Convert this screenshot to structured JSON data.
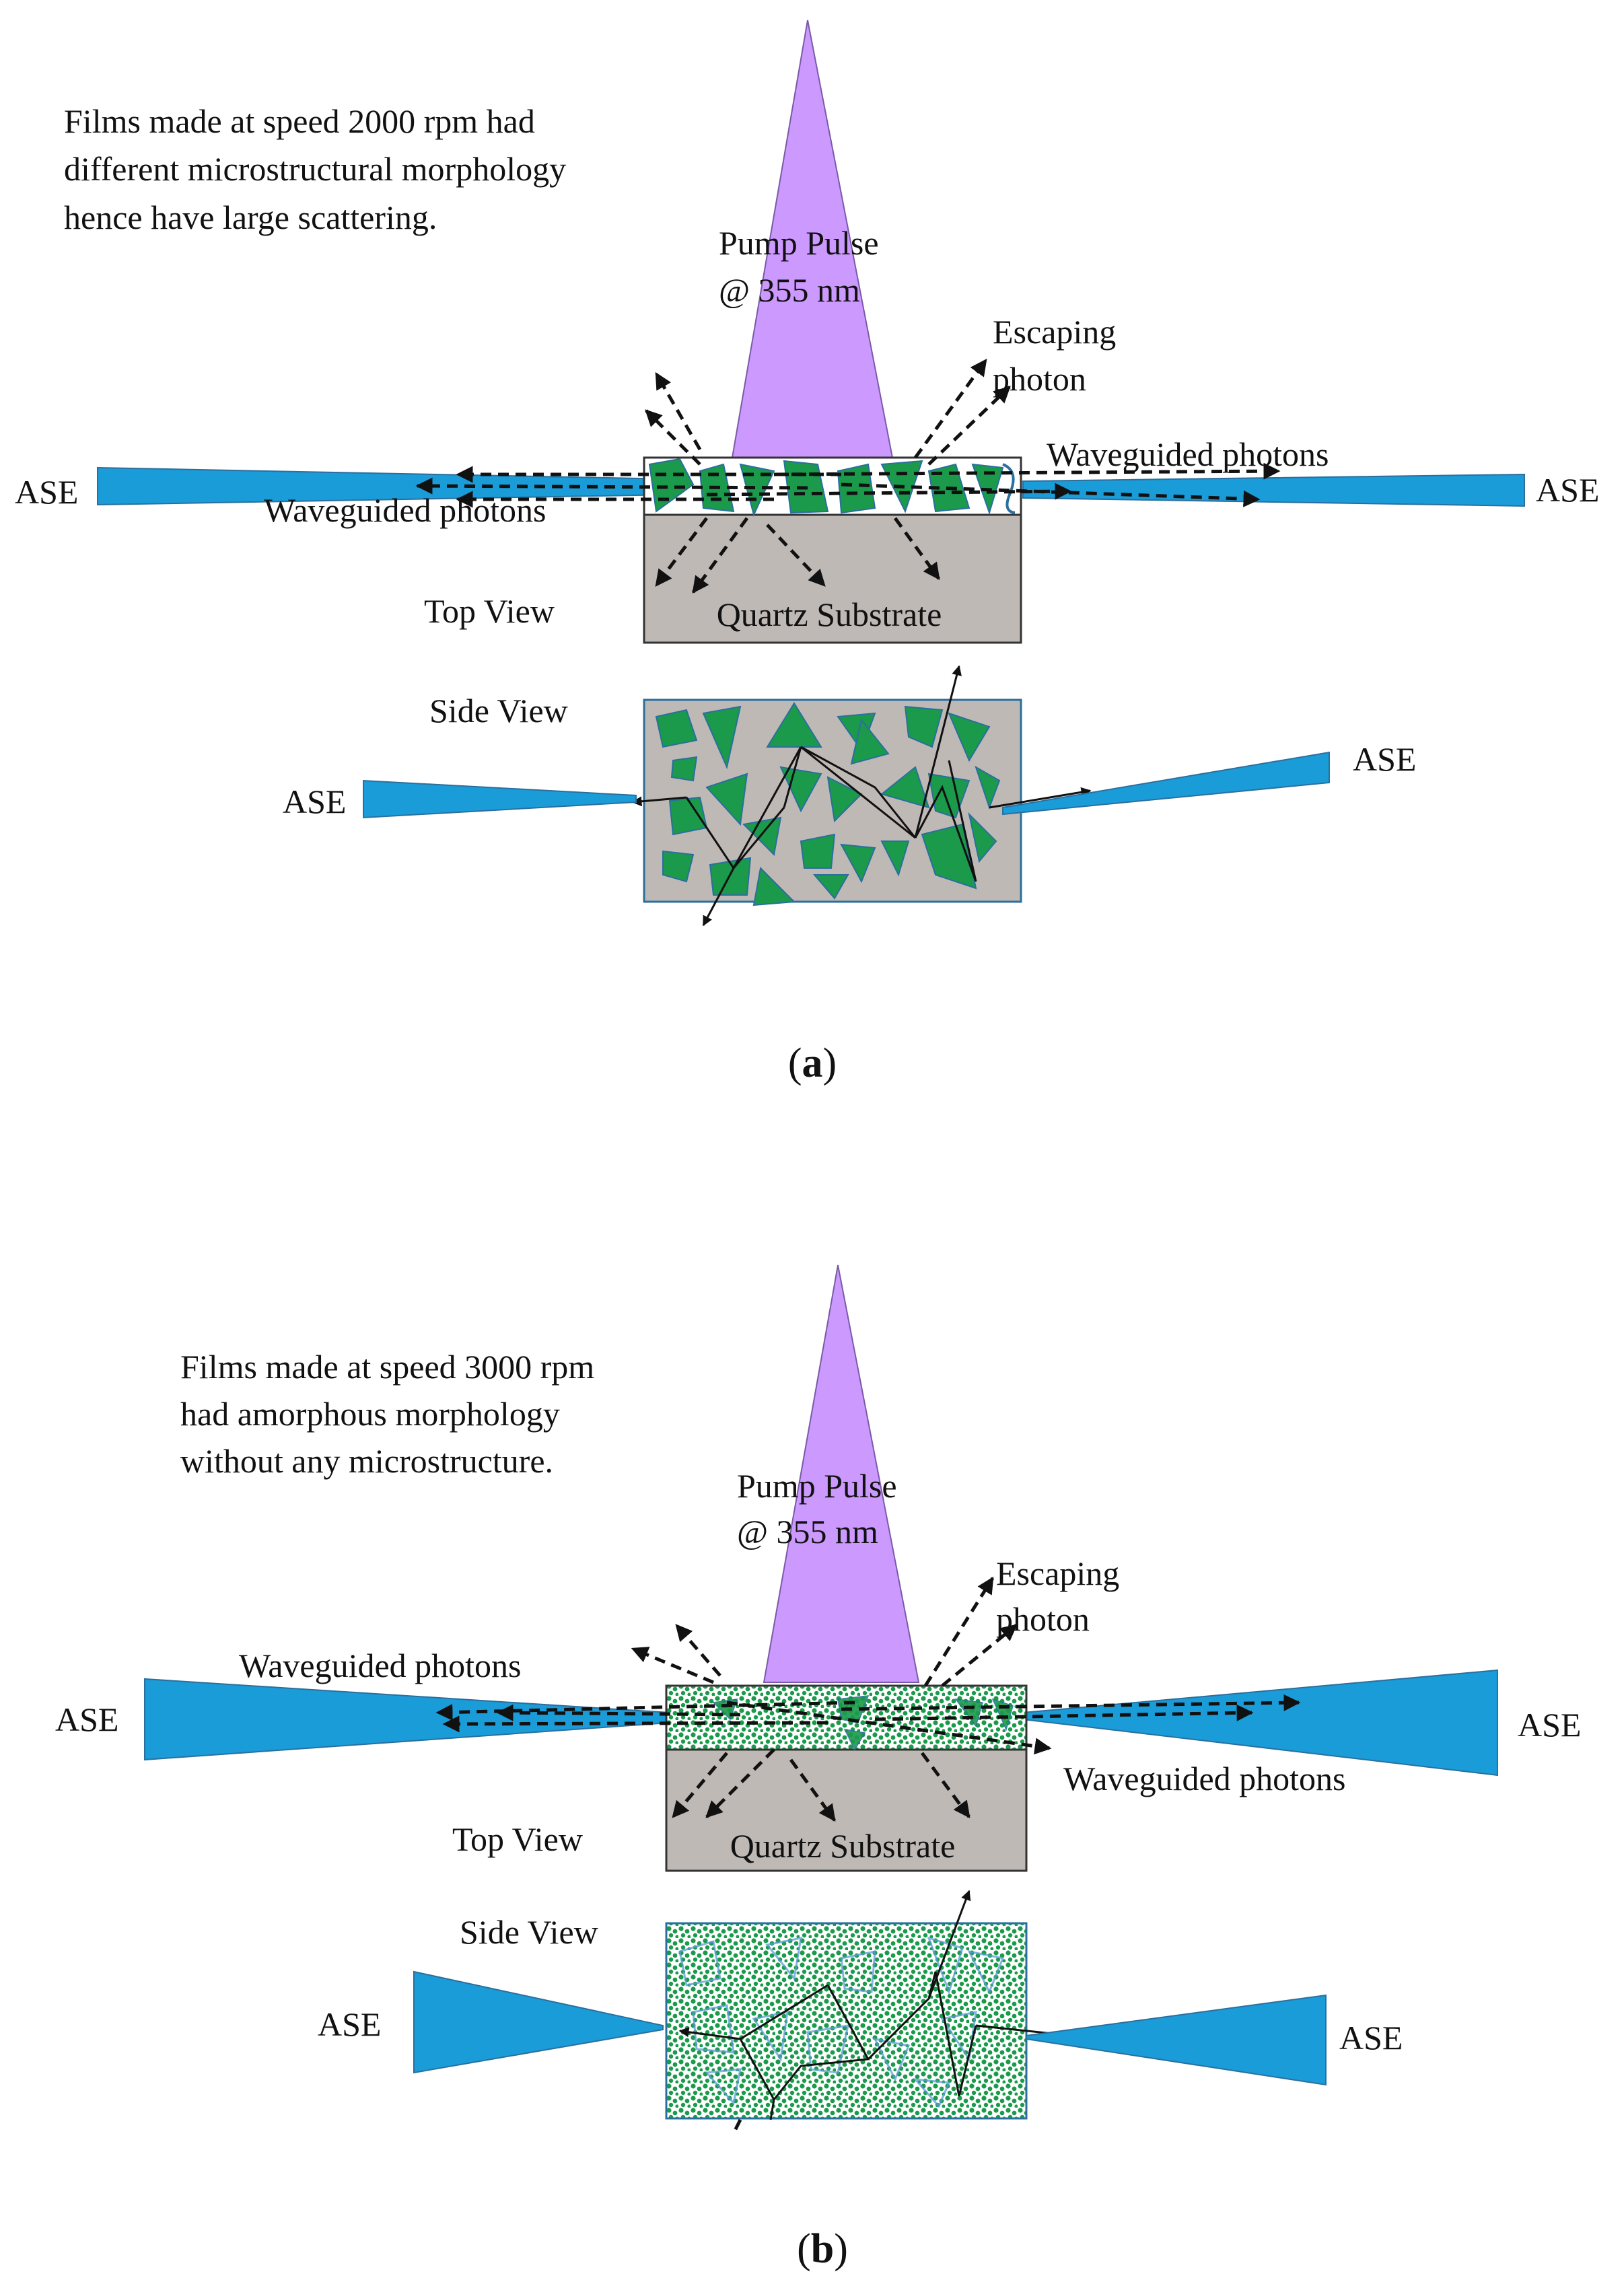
{
  "panels": [
    {
      "id": "a",
      "caption_open": "(",
      "caption_letter": "a",
      "caption_close": ")",
      "note_lines": [
        "Films made at speed 2000 rpm had",
        "different microstructural morphology",
        "hence have large scattering."
      ],
      "pump_label_1": "Pump Pulse",
      "pump_label_2": "@ 355 nm",
      "escaping_label_1": "Escaping",
      "escaping_label_2": "photon",
      "waveguided_left": "Waveguided photons",
      "waveguided_right": "Waveguided photons",
      "ase_top_left": "ASE",
      "ase_top_right": "ASE",
      "substrate_label": "Quartz Substrate",
      "top_view_label": "Top View",
      "side_view_label": "Side View",
      "ase_side_left": "ASE",
      "ase_side_right": "ASE"
    },
    {
      "id": "b",
      "caption_open": "(",
      "caption_letter": "b",
      "caption_close": ")",
      "note_lines": [
        "Films made at speed 3000 rpm",
        "had amorphous morphology",
        "without any microstructure."
      ],
      "pump_label_1": "Pump Pulse",
      "pump_label_2": "@ 355 nm",
      "escaping_label_1": "Escaping",
      "escaping_label_2": "photon",
      "waveguided_left": "Waveguided photons",
      "waveguided_right": "Waveguided photons",
      "ase_top_left": "ASE",
      "ase_top_right": "ASE",
      "substrate_label": "Quartz Substrate",
      "top_view_label": "Top View",
      "side_view_label": "Side View",
      "ase_side_left": "ASE",
      "ase_side_right": "ASE"
    }
  ],
  "colors": {
    "pump": "#cc99ff",
    "ase": "#1a9cd8",
    "crystal": "#1a9a4a",
    "crystal_outline": "#3a78b8",
    "substrate": "#bfb9b6",
    "amorphous_dot": "#1a9a4a"
  }
}
